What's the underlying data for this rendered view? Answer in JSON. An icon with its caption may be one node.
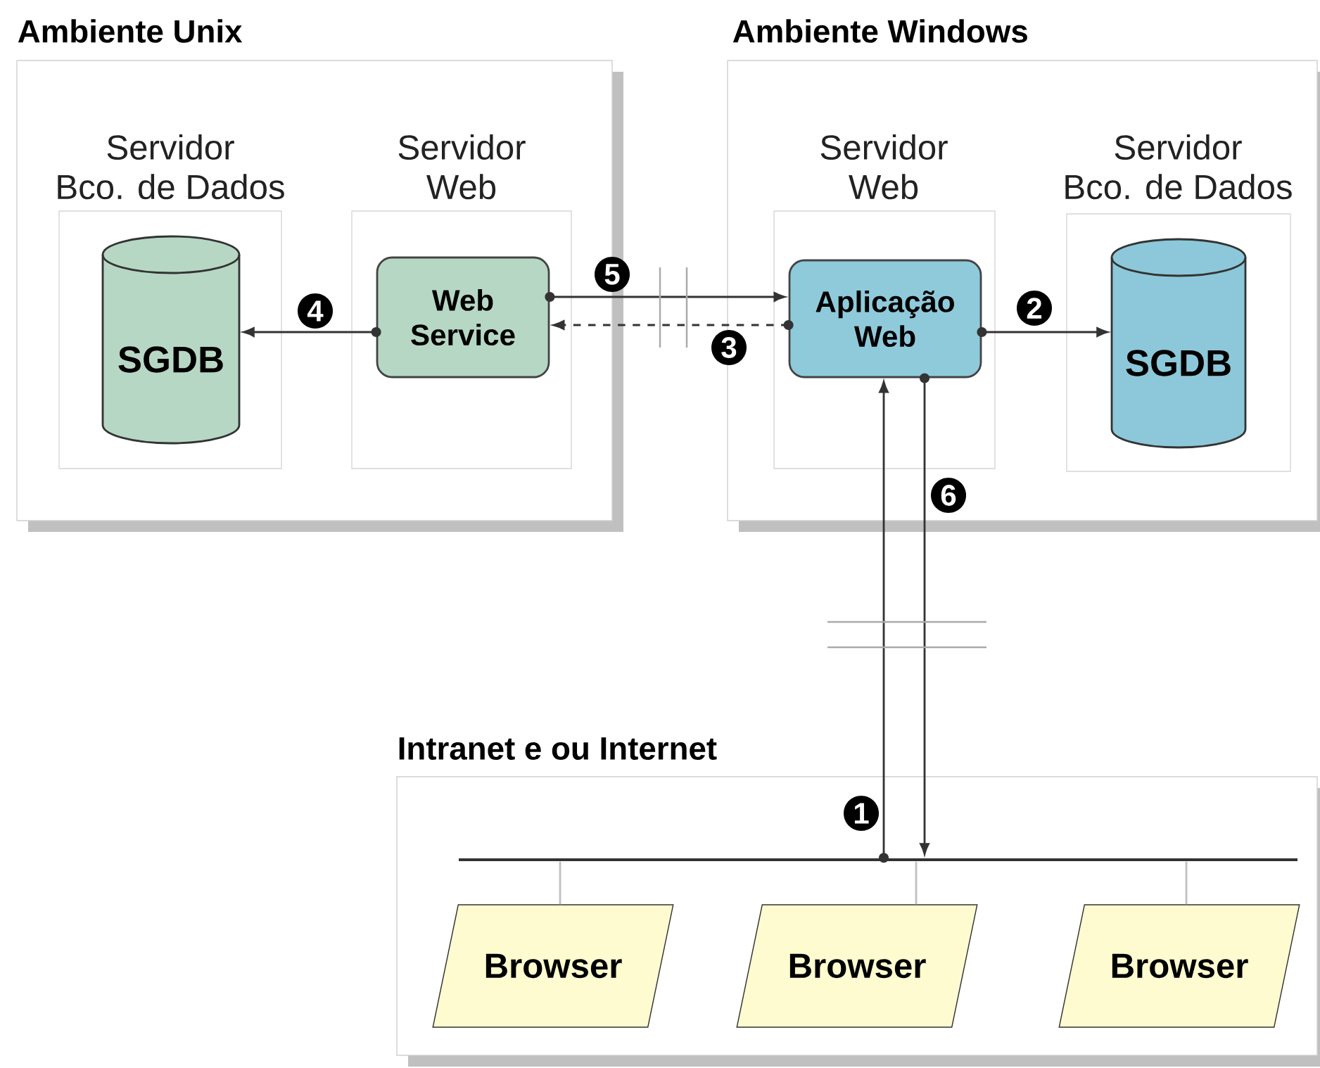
{
  "diagram": {
    "nodes": [
      {
        "text": [
          "Ambiente Unix"
        ]
      },
      {
        "text": [
          "Servidor Bco. de Dados"
        ],
        "in": 0
      },
      {
        "text": [
          "SGDB"
        ],
        "in": 1
      },
      {
        "text": [
          "Servidor Web"
        ],
        "in": 0
      },
      {
        "text": [
          "Web Service"
        ],
        "in": 3
      },
      {
        "text": [
          "Ambiente Windows"
        ]
      },
      {
        "text": [
          "Servidor Web"
        ],
        "in": 5
      },
      {
        "text": [
          "Aplicação Web"
        ],
        "in": 6
      },
      {
        "text": [
          "Servidor Bco. de Dados"
        ],
        "in": 5
      },
      {
        "text": [
          "SGDB"
        ],
        "in": 8
      },
      {
        "text": [
          "Intranet e ou Internet"
        ]
      },
      {
        "text": [],
        "shape": "bar",
        "in": 10
      },
      {
        "text": [
          "Browser"
        ],
        "in": 10
      },
      {
        "text": [
          "Browser"
        ],
        "in": 10
      },
      {
        "text": [
          "Browser"
        ],
        "in": 10
      }
    ],
    "edges": [
      {
        "from": 4,
        "to": 2,
        "arrow": "to",
        "label": "4"
      },
      {
        "from": 4,
        "to": 7,
        "arrow": "to",
        "label": "5"
      },
      {
        "from": 7,
        "to": 4,
        "arrow": "to",
        "label": "3",
        "style": "dashed"
      },
      {
        "from": 7,
        "to": 9,
        "arrow": "to",
        "label": "2"
      },
      {
        "from": 11,
        "to": 7,
        "arrow": "to",
        "label": "1"
      },
      {
        "from": 7,
        "to": 11,
        "arrow": "to",
        "label": "6"
      },
      {
        "from": 11,
        "to": 12,
        "arrow": "none",
        "color": "#c0c0c0"
      },
      {
        "from": 11,
        "to": 13,
        "arrow": "none",
        "color": "#c0c0c0"
      },
      {
        "from": 11,
        "to": 14,
        "arrow": "none",
        "color": "#c0c0c0"
      }
    ]
  }
}
